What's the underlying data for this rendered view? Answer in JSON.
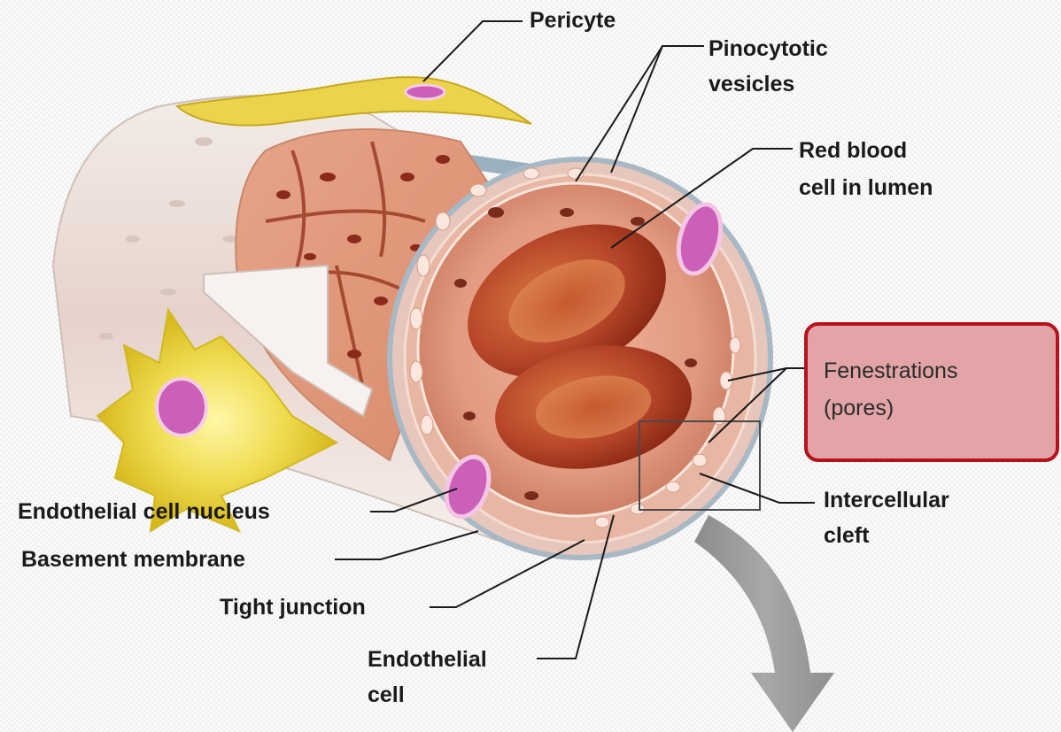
{
  "labels": {
    "pericyte": "Pericyte",
    "pinocytotic_1": "Pinocytotic",
    "pinocytotic_2": "vesicles",
    "rbc_1": "Red blood",
    "rbc_2": "cell in lumen",
    "fenestrations_1": "Fenestrations",
    "fenestrations_2": "(pores)",
    "intercellular_1": "Intercellular",
    "intercellular_2": "cleft",
    "endothelial_nucleus": "Endothelial cell nucleus",
    "basement_membrane": "Basement membrane",
    "tight_junction": "Tight junction",
    "endothelial_cell_1": "Endothelial",
    "endothelial_cell_2": "cell"
  },
  "colors": {
    "highlight_fill": "#e2a4a6",
    "highlight_border": "#b7121c",
    "vessel_wall": "#d98c74",
    "red_blood_cell": "#b8472a",
    "nucleus": "#cc5fb8",
    "pericyte": "#e8d24a",
    "arrow": "#9b9b9b"
  }
}
